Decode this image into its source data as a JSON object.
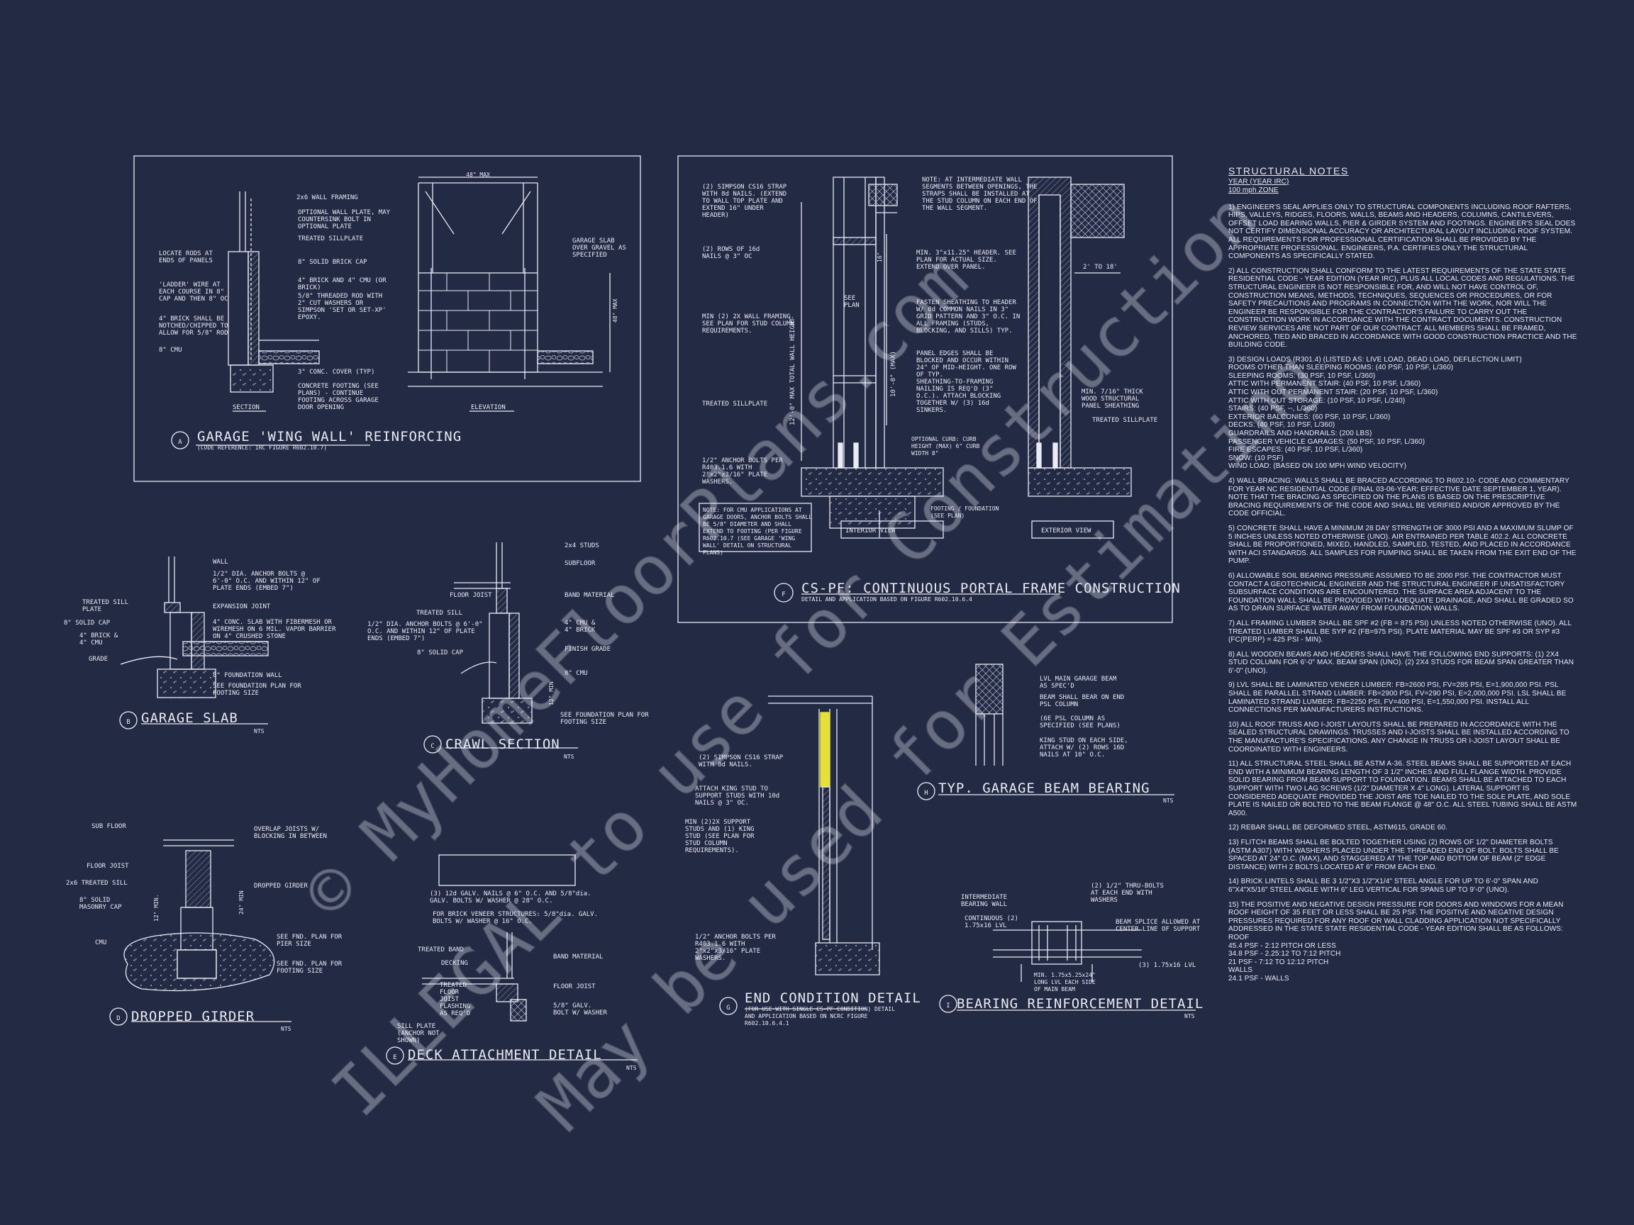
{
  "details": {
    "A": {
      "title": "GARAGE 'WING WALL' REINFORCING",
      "subtitle": "(CODE REFERENCE: IRC FIGURE R602.10.7)",
      "section_label": "SECTION",
      "elevation_label": "ELEVATION",
      "dim_top": "48\" MAX",
      "dim_side": "48\" MAX",
      "labels": [
        "2x6 WALL FRAMING",
        "OPTIONAL WALL PLATE, MAY COUNTERSINK BOLT IN OPTIONAL PLATE",
        "TREATED SILLPLATE",
        "8\" SOLID BRICK CAP",
        "4\" BRICK AND 4\" CMU (OR BRICK)",
        "5/8\" THREADED ROD WITH 2\" CUT WASHERS OR SIMPSON 'SET OR SET-XP' EPOXY.",
        "3\" CONC. COVER (TYP)",
        "CONCRETE FOOTING (SEE PLANS) - CONTINUE FOOTING ACROSS GARAGE DOOR OPENING",
        "LOCATE RODS AT ENDS OF PANELS",
        "'LADDER' WIRE AT EACH COURSE IN 8\" CAP AND THEN 8\" OC",
        "4\" BRICK SHALL BE NOTCHED/CHIPPED TO ALLOW FOR 5/8\" ROD",
        "8\" CMU",
        "GARAGE SLAB OVER GRAVEL AS SPECIFIED"
      ]
    },
    "B": {
      "title": "GARAGE SLAB",
      "nts": "NTS",
      "labels": [
        "WALL",
        "1/2\" DIA. ANCHOR BOLTS @ 6'-0\" O.C. AND WITHIN 12\" OF PLATE ENDS (EMBED 7\")",
        "TREATED SILL PLATE",
        "EXPANSION JOINT",
        "8\" SOLID CAP",
        "4\" CONC. SLAB WITH FIBERMESH OR WIREMESH ON 6 MIL. VAPOR BARRIER ON 4\" CRUSHED STONE",
        "4\" BRICK & 4\" CMU",
        "GRADE",
        "8\" FOUNDATION WALL",
        "SEE FOUNDATION PLAN FOR FOOTING SIZE"
      ]
    },
    "C": {
      "title": "CRAWL SECTION",
      "nts": "NTS",
      "labels": [
        "2x4 STUDS",
        "SUBFLOOR",
        "FLOOR JOIST",
        "BAND MATERIAL",
        "TREATED SILL",
        "1/2\" DIA. ANCHOR BOLTS @ 6'-0\" O.C. AND WITHIN 12\" OF PLATE ENDS (EMBED 7\")",
        "4\" CMU & 4\" BRICK",
        "8\" SOLID CAP",
        "FINISH GRADE",
        "8\" CMU",
        "12\" MIN",
        "SEE FOUNDATION PLAN FOR FOOTING SIZE"
      ]
    },
    "D": {
      "title": "DROPPED GIRDER",
      "nts": "NTS",
      "labels": [
        "SUB FLOOR",
        "OVERLAP JOISTS W/ BLOCKING IN BETWEEN",
        "FLOOR JOIST",
        "2x6 TREATED SILL",
        "DROPPED GIRDER",
        "8\" SOLID MASONRY CAP",
        "12\" MIN.",
        "24\" MIN",
        "CMU",
        "SEE FND. PLAN FOR PIER SIZE",
        "SEE FND. PLAN FOR FOOTING SIZE"
      ]
    },
    "E": {
      "title": "DECK ATTACHMENT DETAIL",
      "nts": "NTS",
      "labels": [
        "(3) 12d GALV. NAILS @ 6\" O.C. AND 5/8\"dia. GALV. BOLTS W/ WASHER @ 28\" O.C.",
        "FOR BRICK VENEER STRUCTURES: 5/8\"dia. GALV. BOLTS W/ WASHER @ 16\" O.C.",
        "TREATED BAND",
        "BAND MATERIAL",
        "DECKING",
        "TREATED FLOOR JOIST",
        "FLOOR JOIST",
        "FLASHING AS REQ'D",
        "5/8\" GALV. BOLT W/ WASHER",
        "SILL PLATE (ANCHOR NOT SHOWN)"
      ]
    },
    "F": {
      "title": "CS-PF: CONTINUOUS PORTAL FRAME CONSTRUCTION",
      "subtitle": "DETAIL AND APPLICATION BASED ON FIGURE R602.10.6.4",
      "interior_view": "INTERIOR VIEW",
      "exterior_view": "EXTERIOR VIEW",
      "labels": [
        "(2) SIMPSON CS16 STRAP WITH 8d NAILS. (EXTEND TO WALL TOP PLATE AND EXTEND 16\" UNDER HEADER)",
        "NOTE: AT INTERMEDIATE WALL SEGMENTS BETWEEN OPENINGS, THE STRAPS SHALL BE INSTALLED AT THE STUD COLUMN ON EACH END OF THE WALL SEGMENT.",
        "(2) ROWS OF 16d NAILS @ 3\" OC",
        "MIN. 3\"x11.25\" HEADER. SEE PLAN FOR ACTUAL SIZE. EXTEND OVER PANEL.",
        "SEE PLAN",
        "MIN (2) 2X WALL FRAMING. SEE PLAN FOR STUD COLUMN REQUIREMENTS.",
        "FASTEN SHEATHING TO HEADER W/ 8d COMMON NAILS IN 3\" GRID PATTERN AND 3\" O.C. IN ALL FRAMING (STUDS, BLOCKING, AND SILLS) TYP.",
        "12'-0\" MAX TOTAL WALL HEIGHT",
        "10'-0\" (MAX)",
        "16\"",
        "2' TO 18'",
        "PANEL EDGES SHALL BE BLOCKED AND OCCUR WITHIN 24\" OF MID-HEIGHT. ONE ROW OF TYP. SHEATHING-TO-FRAMING NAILING IS REQ'D (3\" O.C.). ATTACH BLOCKING TOGETHER W/ (3) 16d SINKERS.",
        "MIN. 7/16\" THICK WOOD STRUCTURAL PANEL SHEATHING",
        "TREATED SILLPLATE",
        "TREATED SILLPLATE",
        "OPTIONAL CURB: CURB HEIGHT (MAX) 6\" CURB WIDTH 8\"",
        "1/2\" ANCHOR BOLTS PER R403.1.6 WITH 2\"x2\"x3/16\" PLATE WASHERS.",
        "FOOTING / FOUNDATION (SEE PLAN)",
        "NOTE: FOR CMU APPLICATIONS AT GARAGE DOORS, ANCHOR BOLTS SHALL BE 5/8\" DIAMETER AND SHALL EXTEND TO FOOTING (PER FIGURE R602.10.7 (SEE GARAGE 'WING WALL' DETAIL ON STRUCTURAL PLANS)"
      ]
    },
    "G": {
      "title": "END CONDITION DETAIL",
      "subtitle": "(FOR USE WITH SINGLE CS-PF CONDITION) DETAIL AND APPLICATION BASED ON NCRC FIGURE R602.10.6.4.1",
      "labels": [
        "(2) SIMPSON CS16 STRAP WITH 8d NAILS.",
        "ATTACH KING STUD TO SUPPORT STUDS WITH 10d NAILS @ 3\" OC.",
        "MIN (2)2X SUPPORT STUDS AND (1) KING STUD (SEE PLAN FOR STUD COLUMN REQUIREMENTS).",
        "1/2\" ANCHOR BOLTS PER R403.1.6 WITH 2\"x2\"x3/16\" PLATE WASHERS."
      ]
    },
    "H": {
      "title": "TYP. GARAGE BEAM BEARING",
      "nts": "NTS",
      "labels": [
        "LVL MAIN GARAGE BEAM AS SPEC'D",
        "BEAM SHALL BEAR ON END PSL COLUMN",
        "(6E PSL COLUMN AS SPECIFIED (SEE PLANS)",
        "KING STUD ON EACH SIDE, ATTACH W/ (2) ROWS 16D NAILS AT 10\" O.C."
      ]
    },
    "I": {
      "title": "BEARING REINFORCEMENT DETAIL",
      "nts": "NTS",
      "labels": [
        "INTERMEDIATE BEARING WALL",
        "(2) 1/2\" THRU-BOLTS AT EACH END WITH WASHERS",
        "CONTINUOUS (2) 1.75x16 LVL",
        "BEAM SPLICE ALLOWED AT CENTER LINE OF SUPPORT",
        "(3) 1.75x16 LVL",
        "MIN. 1.75x5.25x24\" LONG LVL EACH SIDE OF MAIN BEAM"
      ]
    }
  },
  "notes": {
    "title": "STRUCTURAL NOTES",
    "year_line": "YEAR (YEAR IRC)",
    "wind_line": "100 mph ZONE",
    "items": [
      "1) ENGINEER'S SEAL APPLIES ONLY TO STRUCTURAL COMPONENTS INCLUDING ROOF RAFTERS, HIPS, VALLEYS, RIDGES, FLOORS, WALLS, BEAMS AND HEADERS, COLUMNS, CANTILEVERS, OFFSET LOAD BEARING WALLS, PIER & GIRDER SYSTEM AND FOOTINGS. ENGINEER'S SEAL DOES NOT CERTIFY DIMENSIONAL ACCURACY OR ARCHITECTURAL LAYOUT INCLUDING ROOF SYSTEM. ALL REQUIREMENTS FOR PROFESSIONAL CERTIFICATION SHALL BE PROVIDED BY THE APPROPRIATE PROFESSIONAL. ENGINEERS, P.A. CERTIFIES ONLY THE STRUCTURAL COMPONENTS AS SPECIFICALLY STATED.",
      "2) ALL CONSTRUCTION SHALL CONFORM TO THE LATEST REQUIREMENTS OF THE STATE STATE RESIDENTIAL CODE - YEAR EDITION (YEAR IRC), PLUS ALL LOCAL CODES AND REGULATIONS. THE STRUCTURAL ENGINEER IS NOT RESPONSIBLE FOR, AND WILL NOT HAVE CONTROL OF, CONSTRUCTION MEANS, METHODS, TECHNIQUES, SEQUENCES OR PROCEDURES, OR FOR SAFETY PRECAUTIONS AND PROGRAMS IN CONNECTION WITH THE WORK, NOR WILL THE ENGINEER BE RESPONSIBLE FOR THE CONTRACTOR'S FAILURE TO CARRY OUT THE CONSTRUCTION WORK IN ACCORDANCE WITH THE CONTRACT DOCUMENTS. CONSTRUCTION REVIEW SERVICES ARE NOT PART OF OUR CONTRACT. ALL MEMBERS SHALL BE FRAMED, ANCHORED, TIED AND BRACED IN ACCORDANCE WITH GOOD CONSTRUCTION PRACTICE AND THE BUILDING CODE.",
      "3) DESIGN LOADS (R301.4) (LISTED AS: LIVE LOAD, DEAD LOAD, DEFLECTION LIMIT)\nROOMS OTHER THAN SLEEPING ROOMS: (40 PSF, 10 PSF, L/360)\nSLEEPING ROOMS: (30 PSF, 10 PSF, L/360)\nATTIC WITH PERMANENT STAIR: (40 PSF, 10 PSF, L/360)\nATTIC WITH OUT PERMANENT STAIR: (20 PSF, 10 PSF, L/360)\nATTIC WITH OUT STORAGE: (10 PSF, 10 PSF, L/240)\nSTAIRS: (40 PSF, --, L/360)\nEXTERIOR BALCONIES: (60 PSF, 10 PSF, L/360)\nDECKS: (40 PSF, 10 PSF, L/360)\nGUARDRAILS AND HANDRAILS: (200 LBS)\nPASSENGER VEHICLE GARAGES: (50 PSF, 10 PSF, L/360)\nFIRE ESCAPES: (40 PSF, 10 PSF, L/360)\nSNOW: (10 PSF)\nWIND LOAD: (BASED ON 100 MPH WIND VELOCITY)",
      "4) WALL BRACING: WALLS SHALL BE BRACED ACCORDING TO R602.10- CODE AND COMMENTARY FOR YEAR NC RESIDENTIAL CODE (FINAL 03-06-YEAR; EFFECTIVE DATE SEPTEMBER 1, YEAR). NOTE THAT THE BRACING AS SPECIFIED ON THE PLANS IS BASED ON THE PRESCRIPTIVE BRACING REQUIREMENTS OF THE CODE AND SHALL BE VERIFIED AND/OR APPROVED BY THE CODE OFFICIAL.",
      "5) CONCRETE SHALL HAVE A MINIMUM 28 DAY STRENGTH OF 3000 PSI AND A MAXIMUM SLUMP OF 5 INCHES UNLESS NOTED OTHERWISE (UNO). AIR ENTRAINED PER TABLE 402.2. ALL CONCRETE SHALL BE PROPORTIONED, MIXED, HANDLED, SAMPLED, TESTED, AND PLACED IN ACCORDANCE WITH ACI STANDARDS. ALL SAMPLES FOR PUMPING SHALL BE TAKEN FROM THE EXIT END OF THE PUMP.",
      "6) ALLOWABLE SOIL BEARING PRESSURE ASSUMED TO BE 2000 PSF. THE CONTRACTOR MUST CONTACT A GEOTECHNICAL ENGINEER AND THE STRUCTURAL ENGINEER IF UNSATISFACTORY SUBSURFACE CONDITIONS ARE ENCOUNTERED. THE SURFACE AREA ADJACENT TO THE FOUNDATION WALL SHALL BE PROVIDED WITH ADEQUATE DRAINAGE, AND SHALL BE GRADED SO AS TO DRAIN SURFACE WATER AWAY FROM FOUNDATION WALLS.",
      "7) ALL FRAMING LUMBER SHALL BE SPF #2 (Fb = 875 PSI) UNLESS NOTED OTHERWISE (UNO). ALL TREATED LUMBER SHALL BE SYP #2 (Fb=975 PSI). PLATE MATERIAL MAY BE SPF #3 OR SYP #3 (Fc(perp) = 425 PSI - MIN).",
      "8) ALL WOODEN BEAMS AND HEADERS SHALL HAVE THE FOLLOWING END SUPPORTS: (1) 2x4 STUD COLUMN FOR 6'-0\" MAX. BEAM SPAN (UNO). (2) 2x4 STUDS FOR BEAM SPAN GREATER THAN 6'-0\" (UNO).",
      "9) LVL SHALL BE LAMINATED VENEER LUMBER: Fb=2600 PSI, Fv=285 PSI, E=1,900,000 PSI. PSL SHALL BE PARALLEL STRAND LUMBER: Fb=2900 PSI, Fv=290 PSI, E=2,000,000 PSI. LSL SHALL BE LAMINATED STRAND LUMBER: Fb=2250 PSI, Fv=400 PSI, E=1,550,000 PSI. INSTALL ALL CONNECTIONS PER MANUFACTURERS INSTRUCTIONS.",
      "10) ALL ROOF TRUSS AND I-JOIST LAYOUTS SHALL BE PREPARED IN ACCORDANCE WITH THE SEALED STRUCTURAL DRAWINGS. TRUSSES AND I-JOISTS SHALL BE INSTALLED ACCORDING TO THE MANUFACTURE'S SPECIFICATIONS. ANY CHANGE IN TRUSS OR I-JOIST LAYOUT SHALL BE COORDINATED WITH ENGINEERS.",
      "11) ALL STRUCTURAL STEEL SHALL BE ASTM A-36. STEEL BEAMS SHALL BE SUPPORTED AT EACH END WITH A MINIMUM BEARING LENGTH OF 3 1/2\" INCHES AND FULL FLANGE WIDTH. PROVIDE SOLID BEARING FROM BEAM SUPPORT TO FOUNDATION. BEAMS SHALL BE ATTACHED TO EACH SUPPORT WITH TWO LAG SCREWS (1/2\" DIAMETER x 4\" LONG). LATERAL SUPPORT IS CONSIDERED ADEQUATE PROVIDED THE JOIST ARE TOE NAILED TO THE SOLE PLATE, AND SOLE PLATE IS NAILED OR BOLTED TO THE BEAM FLANGE @ 48\" O.C. ALL STEEL TUBING SHALL BE ASTM A500.",
      "12) REBAR SHALL BE DEFORMED STEEL, ASTM615, GRADE 60.",
      "13) FLITCH BEAMS SHALL BE BOLTED TOGETHER USING (2) ROWS OF 1/2\" DIAMETER BOLTS (ASTM A307) WITH WASHERS PLACED UNDER THE THREADED END OF BOLT. BOLTS SHALL BE SPACED AT 24\" O.C. (MAX), AND STAGGERED AT THE TOP AND BOTTOM OF BEAM (2\" EDGE DISTANCE) WITH 2 BOLTS LOCATED AT 6\" FROM EACH END.",
      "14) BRICK LINTELS SHALL BE 3 1/2\"x3 1/2\"x1/4\" STEEL ANGLE FOR UP TO 6'-0\" SPAN AND 6\"x4\"x5/16\" STEEL ANGLE WITH 6\" LEG VERTICAL FOR SPANS UP TO 9'-0\" (UNO).",
      "15) THE POSITIVE AND NEGATIVE DESIGN PRESSURE FOR DOORS AND WINDOWS FOR A MEAN ROOF HEIGHT OF 35 FEET OR LESS SHALL BE 25 PSF. THE POSITIVE AND NEGATIVE DESIGN PRESSURES REQUIRED FOR ANY ROOF OR WALL CLADDING APPLICATION NOT SPECIFICALLY ADDRESSED IN THE STATE STATE RESIDENTIAL CODE - YEAR EDITION SHALL BE AS FOLLOWS:\nROOF\n45.4 PSF - 2:12 PITCH OR LESS\n34.8 PSF - 2.25:12 TO 7:12 PITCH\n21 PSF - 7:12 TO 12:12 PITCH\nWALLS\n24.1 PSF - WALLS"
    ]
  },
  "watermark": [
    "© MyHomeFloorPlans.com",
    "ILLEGAL to use for Construction",
    "May be used for Estimating"
  ],
  "colors": {
    "background": "#232a43",
    "linework": "#e9ecf5",
    "highlight": "#e5e13a"
  }
}
